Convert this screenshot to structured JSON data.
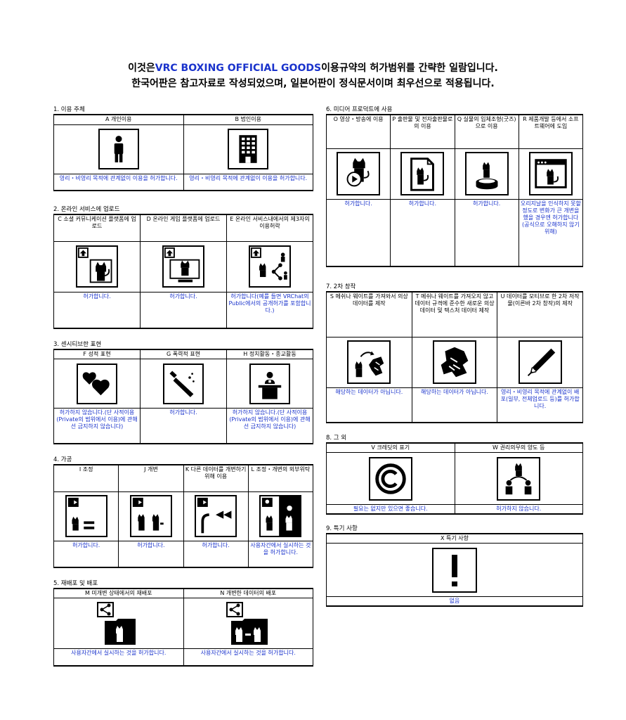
{
  "header": {
    "line1_pre": "이것은",
    "line1_brand": "VRC BOXING OFFICIAL GOODS",
    "line1_post": "이용규약의 허가범위를 간략한 일람입니다.",
    "line2": "한국어판은 참고자료로 작성되었으며, 일본어판이 정식문서이며 최우선으로 적용됩니다."
  },
  "colors": {
    "accent_text": "#1a33cc",
    "border": "#000000"
  },
  "s1": {
    "title": "1. 이용 주체",
    "cols": [
      {
        "label": "A 개인이용",
        "icon": "person-icon",
        "desc": "영리・비영리 목적에 관계없이 이용을 허가합니다."
      },
      {
        "label": "B 법인이용",
        "icon": "building-icon",
        "desc": "영리・비영리 목적에 관계없이 이용을 허가합니다."
      }
    ]
  },
  "s2": {
    "title": "2. 온라인 서비스에 업로드",
    "cols": [
      {
        "label": "C 소셜 커뮤니케이션 플랫폼에 업로드",
        "icon": "upload-social-icon",
        "desc": "허가합니다."
      },
      {
        "label": "D 온라인 게임 플랫폼에 업로드",
        "icon": "upload-game-icon",
        "desc": "허가합니다."
      },
      {
        "label": "E 온라인 서비스내에서의 제3자의 이용허락",
        "icon": "third-party-share-icon",
        "desc": "허가합니다(예를 들면 VRChat의 Public에서의 공개허가를 포함합니다.)"
      }
    ]
  },
  "s3": {
    "title": "3. 센시티브한 표현",
    "cols": [
      {
        "label": "F 성적 표현",
        "icon": "hearts-icon",
        "desc": "허가하지 않습니다.(단 사적이용(Private의 범위에서 이용)에 관해선 금지하지 않습니다)"
      },
      {
        "label": "G 폭력적 표현",
        "icon": "knife-icon",
        "desc": "허가합니다."
      },
      {
        "label": "H 정치활동・종교활동",
        "icon": "podium-icon",
        "desc": "허가하지 않습니다.(단 사적이용(Private의 범위에서 이용)에 관해선 금지하지 않습니다)"
      }
    ]
  },
  "s4": {
    "title": "4. 가공",
    "cols": [
      {
        "label": "I 조정",
        "icon": "adjust-icon",
        "desc": "허가합니다."
      },
      {
        "label": "J 개변",
        "icon": "modify-icon",
        "desc": "허가합니다."
      },
      {
        "label": "K 다른 데이터를 개변하기 위해 이용",
        "icon": "reuse-parts-icon",
        "desc": "허가합니다."
      },
      {
        "label": "L 조정・개변의 외부위탁",
        "icon": "outsource-icon",
        "desc": "사용자간에서 실시하는 것을 허가합니다."
      }
    ]
  },
  "s5": {
    "title": "5. 재배포 및 배포",
    "cols": [
      {
        "label": "M 미개변 상태에서의 재배포",
        "icon": "redistribute-icon",
        "desc": "사용자간에서 실시하는 것을 허가합니다."
      },
      {
        "label": "N 개변한 데이터의 배포",
        "icon": "distribute-modified-icon",
        "desc": "사용자간에서 실시하는 것을 허가합니다."
      }
    ]
  },
  "s6": {
    "title": "6. 미디어 프로덕트에 사용",
    "cols": [
      {
        "label": "O 영상・방송에 이용",
        "icon": "video-icon",
        "desc": "허가합니다."
      },
      {
        "label": "P 출판물 및 전자출판물로의 이용",
        "icon": "publication-icon",
        "desc": "허가합니다."
      },
      {
        "label": "Q 실물의 입체조형(굿즈)으로 이용",
        "icon": "figure-icon",
        "desc": "허가합니다."
      },
      {
        "label": "R 제품개발 등에서 소프트웨어에 도입",
        "icon": "software-icon",
        "desc": "오리지날을 인식하지 못할 정도로 변화가 큰 개변을 했을 경우엔 허가합니다(공식으로 오해하지 않기 위해)"
      }
    ]
  },
  "s7": {
    "title": "7. 2차 창작",
    "cols": [
      {
        "label": "S 메쉬나 웨이트를 가져와서 의상 데이터를 제작",
        "icon": "mesh-transfer-icon",
        "desc": "해당하는 데이터가 아닙니다."
      },
      {
        "label": "T 메쉬나 웨이트를 가져오지 않고 데이터 규격에 준수한 새로운 의상 데이터 및 텍스처 데이터 제작",
        "icon": "new-clothing-icon",
        "desc": "해당하는 데이터가 아닙니다."
      },
      {
        "label": "U 데이터를 모티브로 한 2차 저작물(이른바 2차 창작)의 제작",
        "icon": "pen-icon",
        "desc": "영리・비영리 목적에 관계없이 배포(일부, 전체업로드 등)를 허가합니다."
      }
    ]
  },
  "s8": {
    "title": "8. 그 외",
    "cols": [
      {
        "label": "V 크레딧의 표기",
        "icon": "copyright-icon",
        "desc": "필요는 없지만 있으면 좋습니다."
      },
      {
        "label": "W 권리의무의 양도 등",
        "icon": "transfer-rights-icon",
        "desc": "허가하지 않습니다."
      }
    ]
  },
  "s9": {
    "title": "9. 특기 사항",
    "cols": [
      {
        "label": "X 특기 사항",
        "icon": "exclamation-icon",
        "desc": "없음"
      }
    ]
  }
}
